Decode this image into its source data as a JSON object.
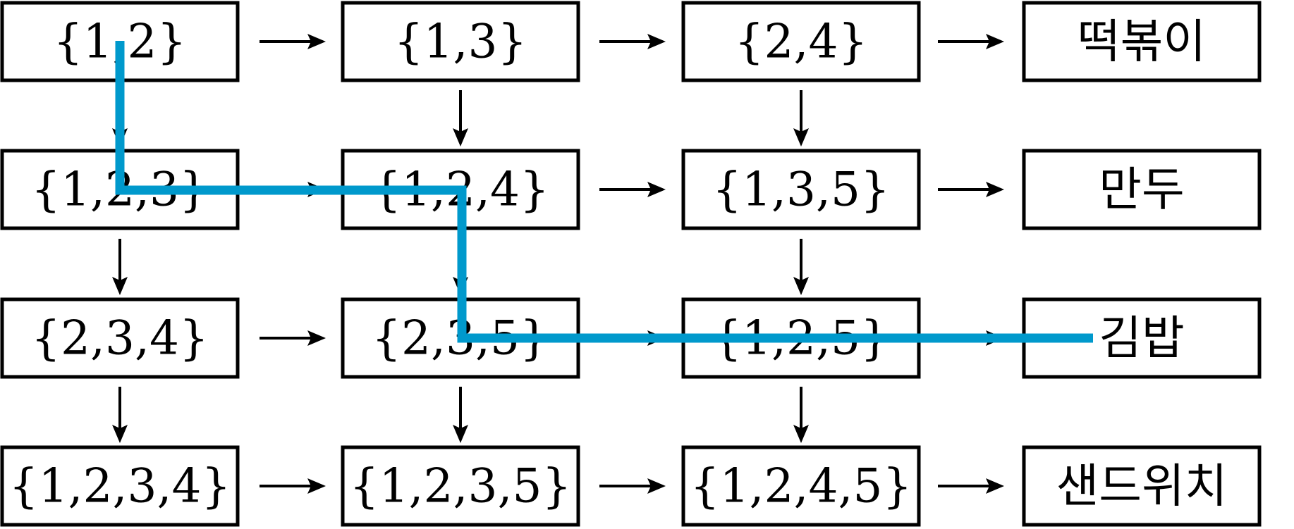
{
  "grid": {
    "rows": [
      [
        "{1,2}",
        "{1,3}",
        "{2,4}",
        "떡볶이"
      ],
      [
        "{1,2,3}",
        "{1,2,4}",
        "{1,3,5}",
        "만두"
      ],
      [
        "{2,3,4}",
        "{2,3,5}",
        "{1,2,5}",
        "김밥"
      ],
      [
        "{1,2,3,4}",
        "{1,2,3,5}",
        "{1,2,4,5}",
        "샌드위치"
      ]
    ]
  },
  "edges": {
    "horizontal": "each node points to the next node in its row",
    "vertical": "each node in columns 1–3 points to the node below it"
  },
  "highlight_path": {
    "color": "#0099cc",
    "cells": [
      [
        0,
        0
      ],
      [
        1,
        0
      ],
      [
        1,
        1
      ],
      [
        2,
        1
      ],
      [
        2,
        3
      ]
    ]
  }
}
